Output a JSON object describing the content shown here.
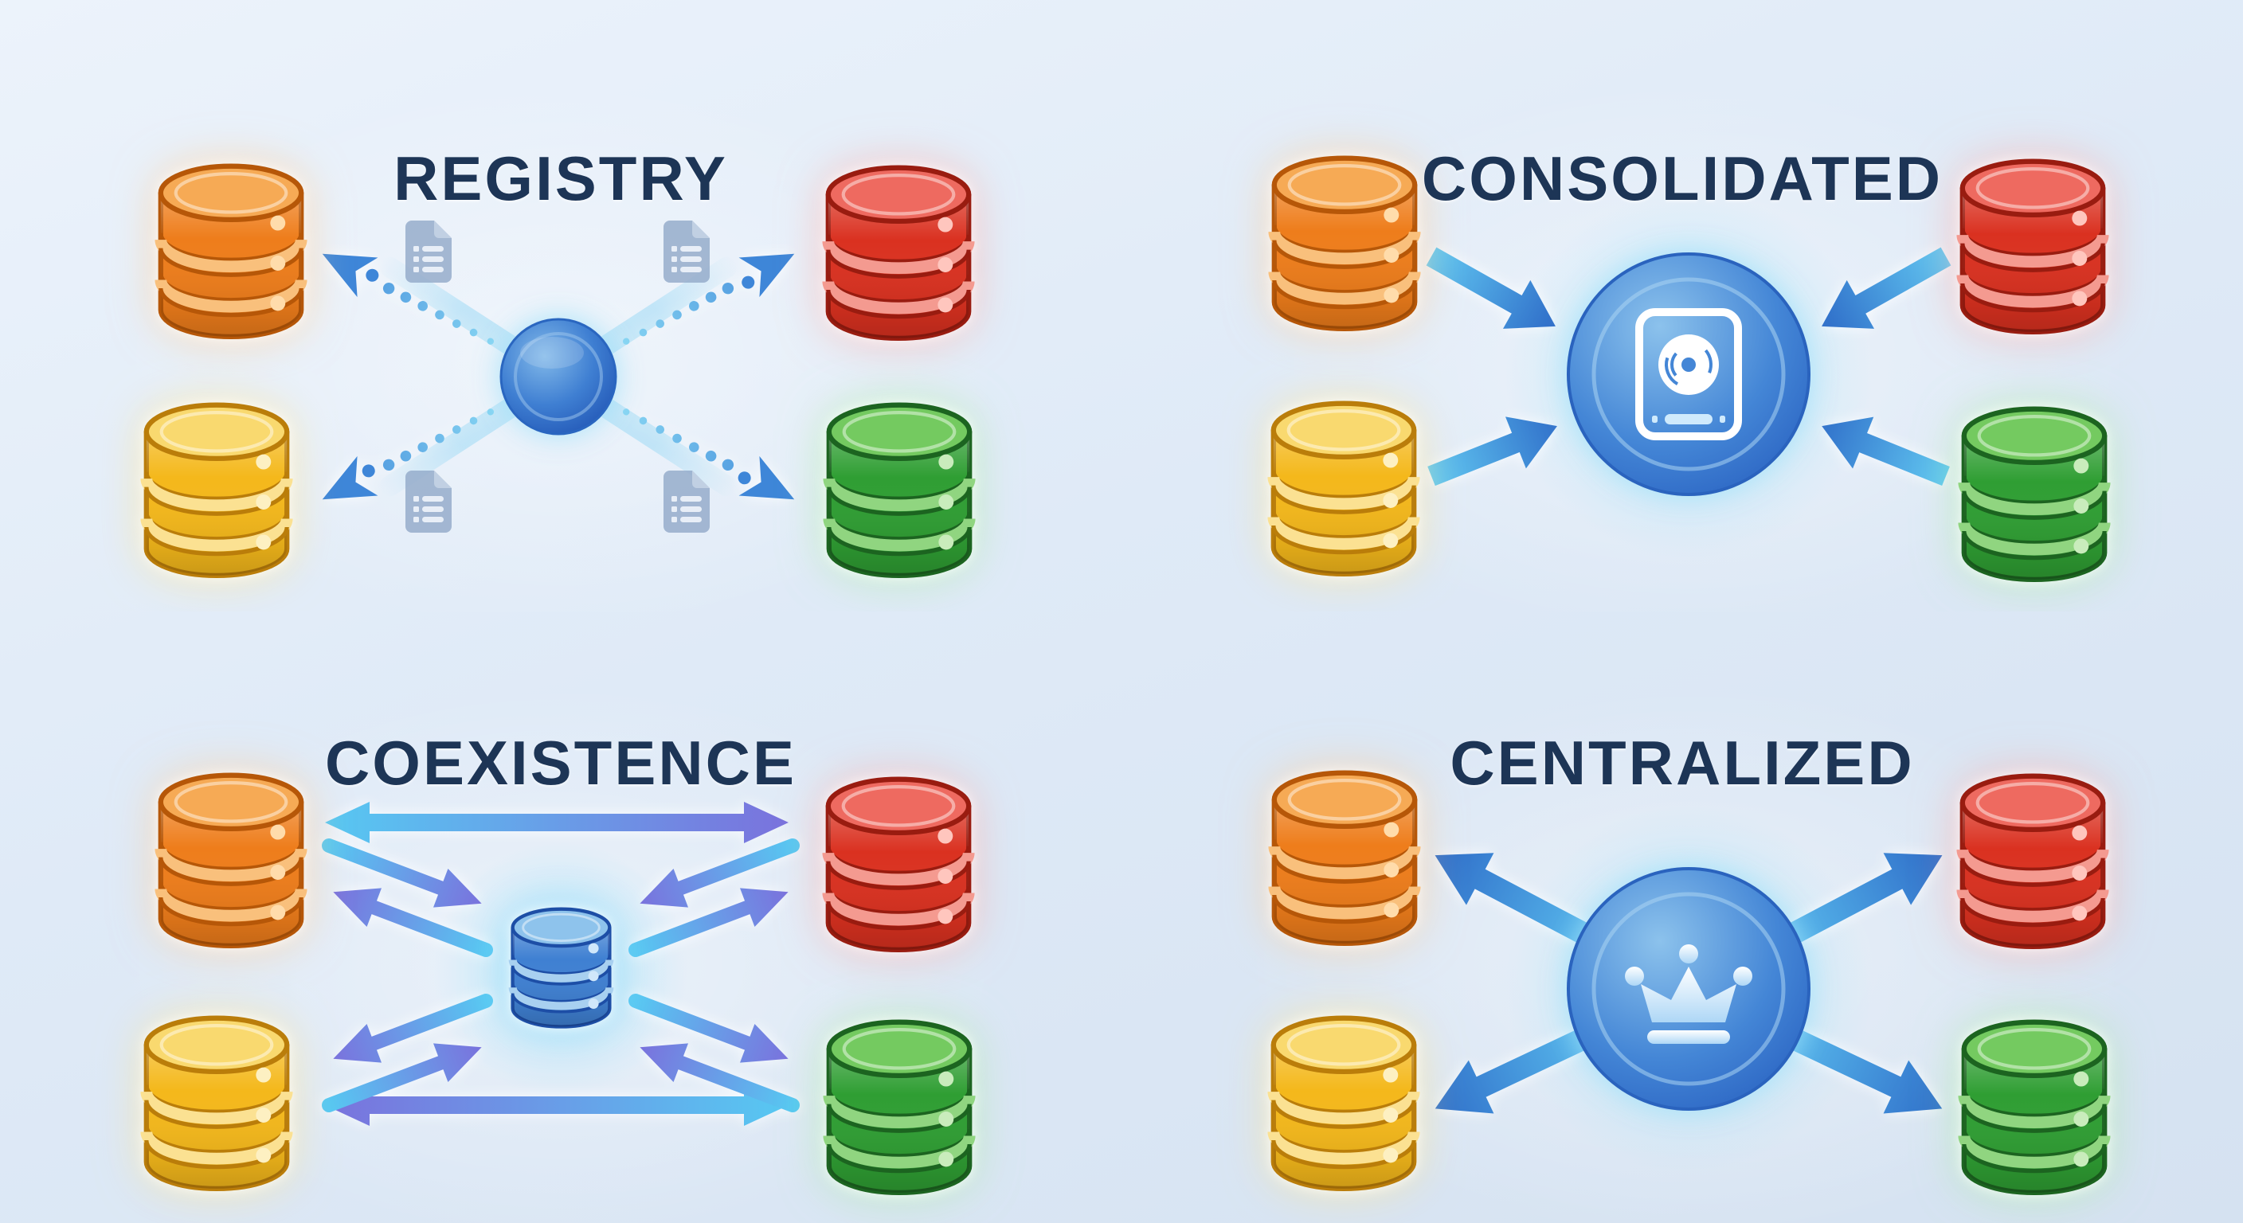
{
  "page": {
    "background_color": "#dfeaf7",
    "title_color": "#1d3556"
  },
  "quadrants": [
    {
      "id": "registry",
      "title": "REGISTRY",
      "center_icon": "hub-sphere-icon",
      "connection_style": "dotted arrows pointing outward from central hub",
      "side_icon": "metadata-document-icon",
      "databases": [
        {
          "name": "orange-database",
          "color": "#ee7d1b"
        },
        {
          "name": "red-database",
          "color": "#da3120"
        },
        {
          "name": "yellow-database",
          "color": "#f4b81b"
        },
        {
          "name": "green-database",
          "color": "#2f9e33"
        }
      ]
    },
    {
      "id": "consolidated",
      "title": "CONSOLIDATED",
      "center_icon": "storage-drive-icon",
      "connection_style": "solid arrows pointing inward to central store",
      "databases": [
        {
          "name": "orange-database",
          "color": "#ee7d1b"
        },
        {
          "name": "red-database",
          "color": "#da3120"
        },
        {
          "name": "yellow-database",
          "color": "#f4b81b"
        },
        {
          "name": "green-database",
          "color": "#2f9e33"
        }
      ]
    },
    {
      "id": "coexistence",
      "title": "COEXISTENCE",
      "center_icon": "central-database-icon",
      "connection_style": "bidirectional cyan-violet arrows between all nodes",
      "databases": [
        {
          "name": "orange-database",
          "color": "#ee7d1b"
        },
        {
          "name": "red-database",
          "color": "#da3120"
        },
        {
          "name": "yellow-database",
          "color": "#f4b81b"
        },
        {
          "name": "green-database",
          "color": "#2f9e33"
        }
      ]
    },
    {
      "id": "centralized",
      "title": "CENTRALIZED",
      "center_icon": "crown-icon",
      "connection_style": "solid arrows pointing outward from central master",
      "databases": [
        {
          "name": "orange-database",
          "color": "#ee7d1b"
        },
        {
          "name": "red-database",
          "color": "#da3120"
        },
        {
          "name": "yellow-database",
          "color": "#f4b81b"
        },
        {
          "name": "green-database",
          "color": "#2f9e33"
        }
      ]
    }
  ],
  "colors": {
    "arrow_blue": "#2e6cc8",
    "arrow_cyan": "#57c8f2",
    "arrow_violet": "#7a72dd",
    "hub_blue": "#3f80d2",
    "document_icon_gray": "#93a9c9"
  }
}
